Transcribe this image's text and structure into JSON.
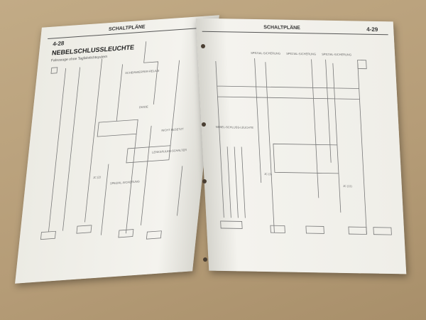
{
  "left_page": {
    "page_number": "4-28",
    "section": "SCHALTPLÄNE",
    "title": "NEBELSCHLUSSLEUCHTE",
    "subtitle": "Fahrzeuge ohne Tagfahrlichtsystem",
    "labels": [
      "NICHT BESETZT",
      "LENKSÄULEN-SCHALTER",
      "SPEZIAL-SICHERUNG",
      "JC (2)",
      "DIODE",
      "SCHEINWERFER-RELAIS"
    ]
  },
  "right_page": {
    "page_number": "4-29",
    "section": "SCHALTPLÄNE",
    "labels": [
      "SPEZIAL-SICHERUNG",
      "SPEZIAL-SICHERUNG",
      "SPEZIAL-SICHERUNG",
      "NEBEL-SCHLUSS-LEUCHTE",
      "JC (1)",
      "JC (11)"
    ]
  }
}
